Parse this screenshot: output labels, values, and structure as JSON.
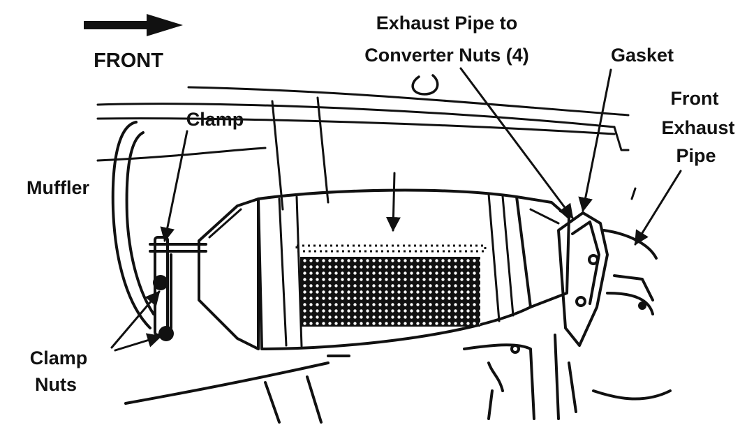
{
  "colors": {
    "ink": "#111111",
    "paper": "#ffffff"
  },
  "icons": {
    "direction_arrow": "right-arrow-icon",
    "leader_arrows": "arrowhead-icon"
  },
  "labels": {
    "front": "FRONT",
    "exhaust_pipe_line1": "Exhaust Pipe to",
    "exhaust_pipe_line2": "Converter Nuts (4)",
    "gasket": "Gasket",
    "front_exhaust_line1": "Front",
    "front_exhaust_line2": "Exhaust",
    "front_exhaust_line3": "Pipe",
    "clamp": "Clamp",
    "muffler": "Muffler",
    "clamp_nuts_line1": "Clamp",
    "clamp_nuts_line2": "Nuts"
  }
}
